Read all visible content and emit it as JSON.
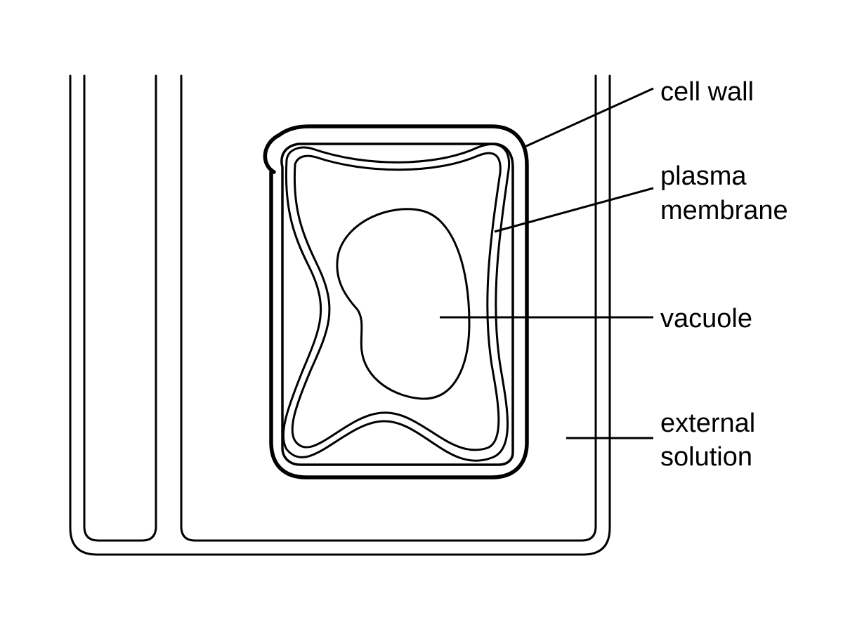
{
  "labels": {
    "cell_wall": "cell wall",
    "plasma_membrane_line1": "plasma",
    "plasma_membrane_line2": "membrane",
    "vacuole": "vacuole",
    "external_solution_line1": "external",
    "external_solution_line2": "solution"
  },
  "colors": {
    "stroke": "#000000",
    "background": "#ffffff"
  }
}
